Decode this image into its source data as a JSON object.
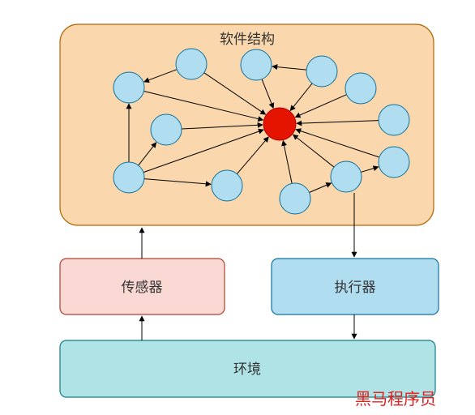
{
  "software_box": {
    "label": "软件结构",
    "fill": "#fad7ac",
    "stroke": "#b46504"
  },
  "sensor_box": {
    "label": "传感器",
    "fill": "#fad9d5",
    "stroke": "#ae4132"
  },
  "actuator_box": {
    "label": "执行器",
    "fill": "#b1ddf0",
    "stroke": "#10739e"
  },
  "environment_box": {
    "label": "环境",
    "fill": "#b0e3e6",
    "stroke": "#0e8088"
  },
  "nodes": {
    "fill": "#b1ddf0",
    "stroke": "#10739e",
    "center_fill": "#e51400",
    "center_stroke": "#b20000"
  },
  "watermark": {
    "text": "黑马程序员",
    "color": "#e0201e"
  }
}
